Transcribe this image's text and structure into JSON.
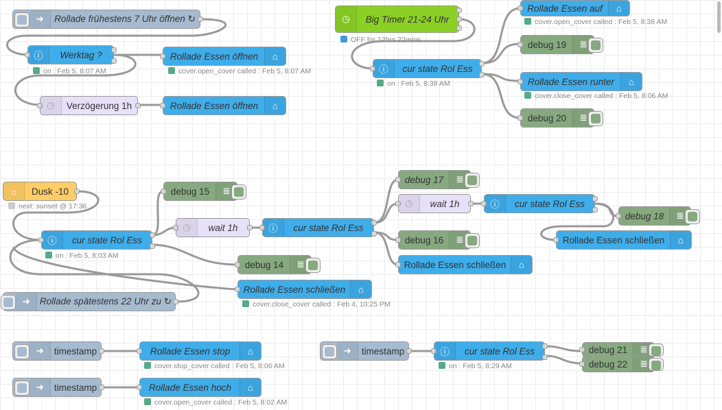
{
  "nodes": {
    "n1_label": "Rollade frühestens 7 Uhr öffnen ↻",
    "n2_label": "Werktag ?",
    "n2_status": "on : Feb 5, 8:07 AM",
    "n3_label": "Rollade Essen öffnen",
    "n3_status": "cover.open_cover called : Feb 5, 8:07 AM",
    "n4_label": "Verzögerung 1h",
    "n5_label": "Rollade Essen öffnen",
    "n6_label": "Big Timer 21-24 Uhr",
    "n6_status": "OFF for 12hrs 22mins",
    "n7_label": "Rollade Essen auf",
    "n7_status": "cover.open_cover called : Feb 5, 8:38 AM",
    "n8_label": "debug 19",
    "n9_label": "cur state Rol Ess",
    "n9_status": "on : Feb 5, 8:38 AM",
    "n10_label": "Rollade Essen runter",
    "n10_status": "cover.close_cover called : Feb 5, 8:06 AM",
    "n11_label": "debug 20",
    "n12_label": "Dusk -10",
    "n12_status": "next: sunset @ 17:36",
    "n13_label": "debug 15",
    "n14_label": "wait 1h",
    "n15_label": "cur state Rol Ess",
    "n16_label": "debug 17",
    "n17_label": "wait 1h",
    "n18_label": "cur state Rol Ess",
    "n19_label": "debug 18",
    "n20_label": "cur state Rol Ess",
    "n20_status": "on : Feb 5, 8:03 AM",
    "n21_label": "debug 16",
    "n22_label": "Rollade Essen schließen",
    "n23_label": "Rollade Essen schließen",
    "n24_label": "debug 14",
    "n25_label": "Rollade Essen schließen",
    "n25_status": "cover.close_cover called : Feb 4, 10:25 PM",
    "n26_label": "Rollade spätestens 22 Uhr zu ↻",
    "n27_label": "timestamp",
    "n28_label": "Rollade Essen stop",
    "n28_status": "cover.stop_cover called : Feb 5, 8:06 AM",
    "n29_label": "timestamp",
    "n30_label": "cur state Rol Ess",
    "n30_status": "on : Feb 5, 8:29 AM",
    "n31_label": "debug 21",
    "n32_label": "debug 22",
    "n33_label": "timestamp",
    "n34_label": "Rollade Essen hoch",
    "n34_status": "cover.open_cover called : Feb 5, 8:02 AM"
  },
  "colors": {
    "api_call_service": "#3fadea",
    "debug": "#87a980",
    "inject": "#a6bbcf",
    "delay": "#e6e0f8",
    "big_timer": "#8bd025",
    "sun_events": "#ffcc66",
    "wire": "#999999",
    "status_green": "#55aa88",
    "status_blue": "#4499dd"
  }
}
